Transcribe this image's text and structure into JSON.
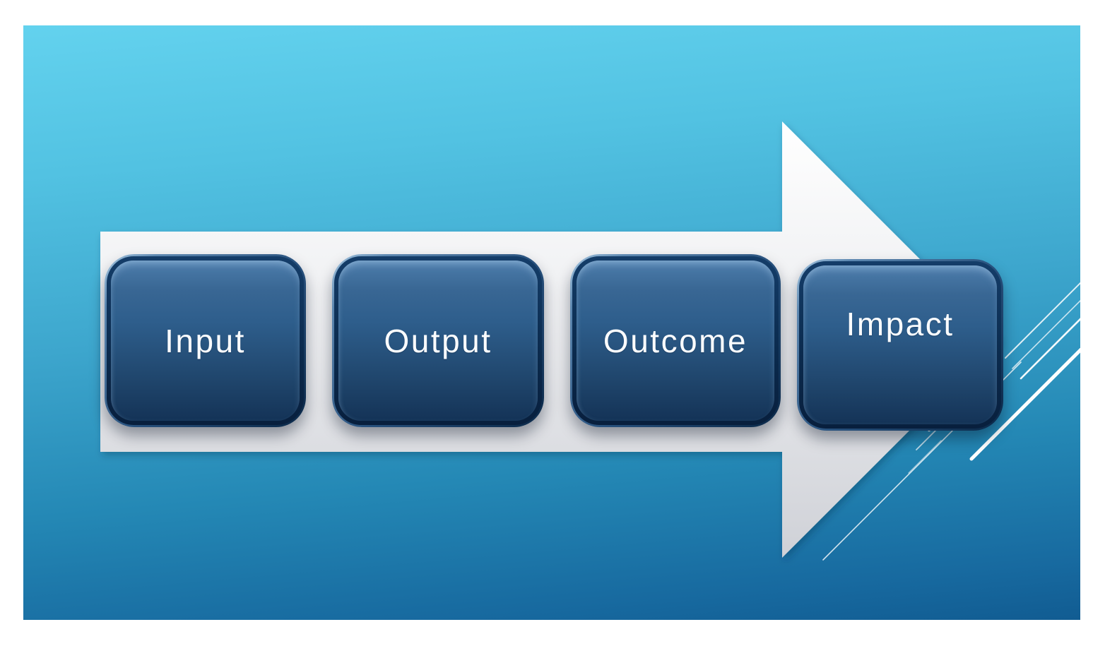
{
  "slide": {
    "kind": "presentation-slide-process-diagram",
    "diagram": {
      "type": "horizontal-arrow-process",
      "direction": "right",
      "steps": [
        {
          "label": "Input"
        },
        {
          "label": "Output"
        },
        {
          "label": "Outcome"
        },
        {
          "label": "Impact"
        }
      ]
    },
    "colors": {
      "background_top": "#63D2EE",
      "background_bottom": "#115C92",
      "arrow_fill_top": "#FFFFFF",
      "arrow_fill_bottom": "#CFD1D7",
      "step_fill_top": "#3C6C9A",
      "step_fill_bottom": "#143357",
      "step_ring": "#0B2B4E",
      "step_text": "#FBFDFF",
      "decor_lines": "#FFFFFF"
    }
  }
}
